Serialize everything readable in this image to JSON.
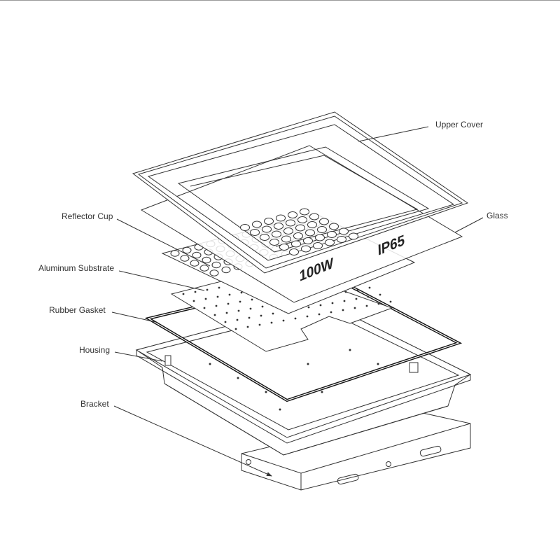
{
  "diagram": {
    "labels": {
      "upper_cover": "Upper Cover",
      "glass": "Glass",
      "reflector_cup": "Reflector Cup",
      "aluminum_substrate": "Aluminum Substrate",
      "rubber_gasket": "Rubber Gasket",
      "housing": "Housing",
      "bracket": "Bracket"
    },
    "glass_print": {
      "wattage": "100W",
      "rating": "IP65"
    }
  }
}
